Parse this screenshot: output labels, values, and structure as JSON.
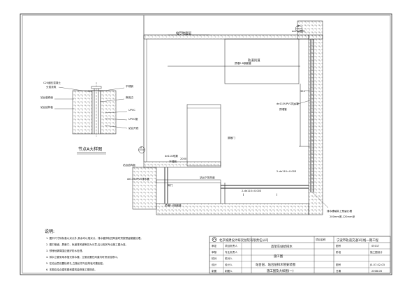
{
  "drawing": {
    "detail_title": "节点A大样图",
    "labels": {
      "c20": "C20细石混凝土",
      "fen_ceng": "分层浇筑",
      "zhi_tai_1": "站台装修面",
      "zhi_tai_2": "站台结构板",
      "gang_jin": "不锈钢",
      "jiao_shui": "焦炭边",
      "upvc": "UPVC",
      "upvc2": "UPVC管",
      "zhi_tai_upvc": "站台开底",
      "ground_top": "站厅地面层",
      "pipe_top": "de110塑料",
      "fire_pipe": "预埋0.8钢套管",
      "wind_room": "轨道风道",
      "wall_350": "350",
      "d110_upvc": "de110UPVC排水管",
      "prebuilt": "预埋管",
      "door": "屏蔽门",
      "de110_floor": "de110地漏",
      "steel_net": "不锈钢",
      "corner_label": "de110UPVC排水管",
      "valve": "站台结构板",
      "dim_2000": "2000",
      "platform_drain": "站台下排风道",
      "pipe_e": "阀门",
      "bottom_pipe": "预埋0.8钢套管",
      "dn_pipe": "2-de110=0.003",
      "level": "i=0.003",
      "dn_pipe2": "2-de110=0.003",
      "right_note_1": "排水槽端井上预留孔槽",
      "right_note_2": "200mm宽,120mm深",
      "node_a": "A",
      "node_b": "B"
    }
  },
  "notes": {
    "heading": "说明:",
    "items": [
      "1. 图中尺寸除标高以米计外,其余均以毫米计。排水管穿轨顶风道时须按预留套管处理。",
      "2. 图中管道、屏蔽门、轨道排风道等仅为示意,应以相关专业施工图为准。",
      "3. 预埋地漏周围应做好防水处理。",
      "4. 排水立管采用承插式排水管。立管设置在风道内时须设检修口。",
      "5. 在站台层设置检修孔,立管必须与结构板可靠固定。",
      "6. 本图应结合建筑图和建筑装修施工图核查。"
    ]
  },
  "title_block": {
    "company": "北京城建设计研究总院有限责任公司",
    "project_label": "项目名称",
    "project": "宁波市轨道交通1号线一期工程",
    "stage_label": "阶段",
    "stage": "施工图设计",
    "drawing_no_label": "图号",
    "drawing_no": "JS-07-02-03",
    "date_label": "日期",
    "date": "2008.08",
    "design_no": "05017",
    "subtitle": "高架车站给排水",
    "subtitle2": "施工图",
    "drawing_name": "站台层、站台层排水管安装图",
    "drawing_name2": "施工图及大样图(一)",
    "roles": [
      "审定",
      "审核",
      "校对",
      "设计",
      "制图"
    ],
    "role_labels": [
      "项目负责人",
      "专业负责人",
      "校对人",
      "设计人",
      "制图人"
    ]
  }
}
